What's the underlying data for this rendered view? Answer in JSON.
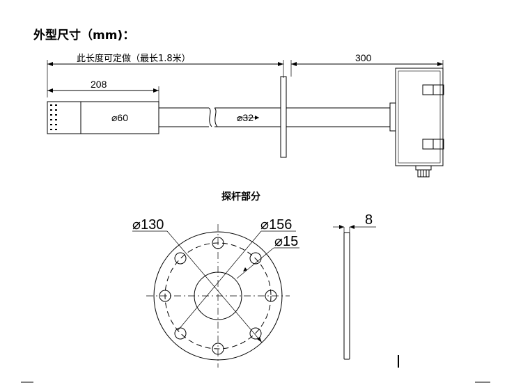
{
  "title": "外型尺寸（mm)：",
  "side_view": {
    "length_label": "此长度可定做（最长1.8米）",
    "head_length": "208",
    "box_length": "300",
    "head_diameter": "⌀60",
    "rod_diameter": "⌀32"
  },
  "flange_view": {
    "subtitle": "探杆部分",
    "inner_diameter": "⌀130",
    "outer_diameter": "⌀156",
    "hole_diameter": "⌀15",
    "thickness": "8"
  }
}
